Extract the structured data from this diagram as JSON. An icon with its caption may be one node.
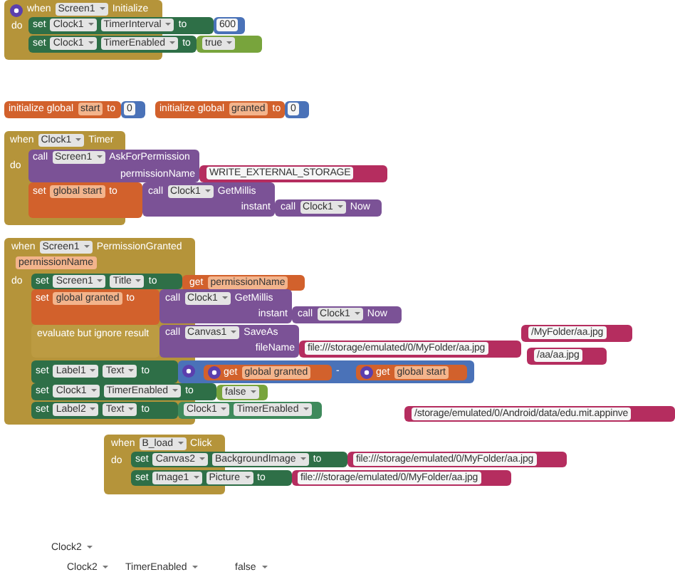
{
  "diagram": {
    "nodes": [
      {
        "text": [
          "when",
          "Screen1",
          "Initialize",
          "do"
        ]
      },
      {
        "text": [
          "set",
          "Clock1",
          "TimerInterval",
          "to"
        ]
      },
      {
        "text": [
          "600"
        ]
      },
      {
        "text": [
          "set",
          "Clock1",
          "TimerEnabled",
          "to"
        ]
      },
      {
        "text": [
          "true"
        ]
      },
      {
        "text": [
          "initialize global",
          "start",
          "to"
        ]
      },
      {
        "text": [
          "0"
        ]
      },
      {
        "text": [
          "initialize global",
          "granted",
          "to"
        ]
      },
      {
        "text": [
          "0"
        ]
      },
      {
        "text": [
          "when",
          "Clock1",
          "Timer",
          "do"
        ]
      },
      {
        "text": [
          "call",
          "Screen1",
          "AskForPermission",
          "permissionName"
        ]
      },
      {
        "text": [
          "WRITE_EXTERNAL_STORAGE"
        ]
      },
      {
        "text": [
          "set",
          "global start",
          "to"
        ]
      },
      {
        "text": [
          "call",
          "Clock1",
          "GetMillis",
          "instant"
        ]
      },
      {
        "text": [
          "call",
          "Clock1",
          "Now"
        ]
      },
      {
        "text": [
          "when",
          "Screen1",
          "PermissionGranted",
          "permissionName",
          "do"
        ]
      },
      {
        "text": [
          "set",
          "Screen1",
          "Title",
          "to"
        ],
        "in": 15
      },
      {
        "text": [
          "get",
          "permissionName"
        ]
      },
      {
        "text": [
          "set",
          "global granted",
          "to"
        ],
        "in": 15
      },
      {
        "text": [
          "call",
          "Clock1",
          "GetMillis",
          "instant"
        ]
      },
      {
        "text": [
          "call",
          "Clock1",
          "Now"
        ]
      },
      {
        "text": [
          "evaluate but ignore result"
        ],
        "in": 15
      },
      {
        "text": [
          "call",
          "Canvas1",
          "SaveAs",
          "fileName"
        ]
      },
      {
        "text": [
          "file:///storage/emulated/0/MyFolder/aa.jpg"
        ]
      },
      {
        "text": [
          "/MyFolder/aa.jpg"
        ]
      },
      {
        "text": [
          "/aa/aa.jpg"
        ]
      },
      {
        "text": [
          "set",
          "Label1",
          "Text",
          "to"
        ],
        "in": 15
      },
      {
        "text": [
          "-"
        ]
      },
      {
        "text": [
          "get",
          "global granted"
        ],
        "in": 27
      },
      {
        "text": [
          "get",
          "global start"
        ],
        "in": 27
      },
      {
        "text": [
          "set",
          "Clock1",
          "TimerEnabled",
          "to"
        ]
      },
      {
        "text": [
          "false"
        ]
      },
      {
        "text": [
          "set",
          "Label2",
          "Text",
          "to"
        ],
        "in": 15
      },
      {
        "text": [
          "Clock1",
          "TimerEnabled"
        ]
      },
      {
        "text": [
          "/storage/emulated/0/Android/data/edu.mit.appinve"
        ]
      },
      {
        "text": [
          "when",
          "B_load",
          "Click",
          "do"
        ]
      },
      {
        "text": [
          "set",
          "Canvas2",
          "BackgroundImage",
          "to"
        ]
      },
      {
        "text": [
          "file:///storage/emulated/0/MyFolder/aa.jpg"
        ]
      },
      {
        "text": [
          "set",
          "Image1",
          "Picture",
          "to"
        ]
      },
      {
        "text": [
          "file:///storage/emulated/0/MyFolder/aa.jpg"
        ]
      }
    ],
    "labels": [
      "Clock2",
      "Clock2",
      "TimerEnabled",
      "false"
    ]
  }
}
